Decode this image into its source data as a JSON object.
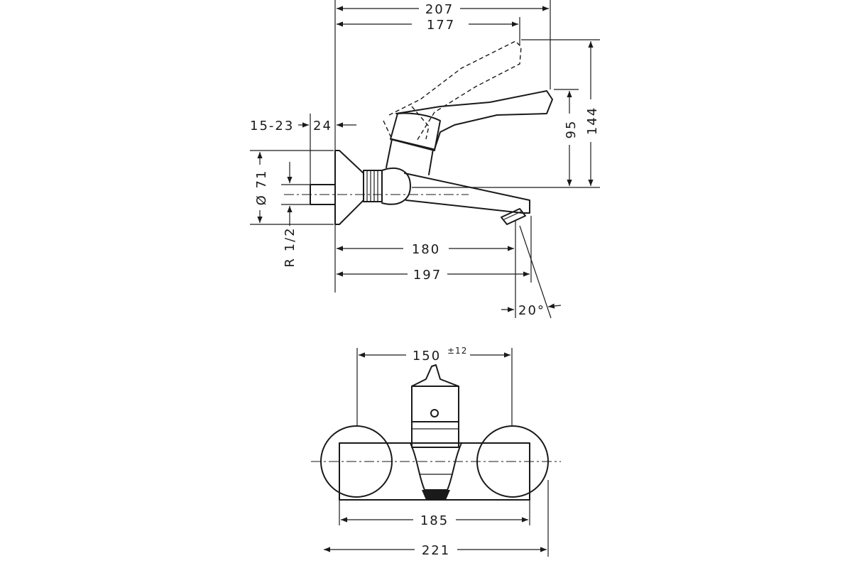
{
  "dimensions": {
    "d207": "207",
    "d177": "177",
    "d144": "144",
    "d95": "95",
    "d15_23": "15-23",
    "d24": "24",
    "d71": "Ø 71",
    "dR12": "R 1/2",
    "d180": "180",
    "d197": "197",
    "d20": "20°",
    "d150": "150",
    "d150_tol": "±12",
    "d185": "185",
    "d221": "221"
  }
}
